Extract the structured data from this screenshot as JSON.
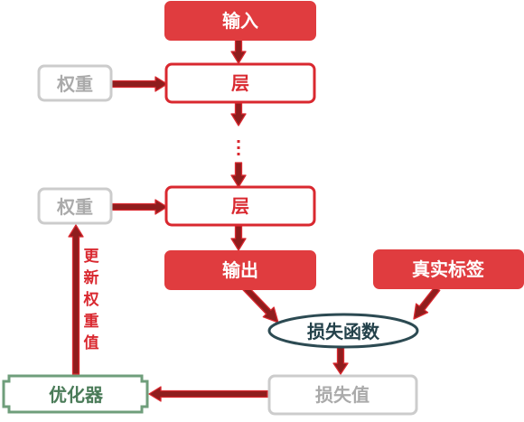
{
  "nodes": {
    "input": "输入",
    "layer_top": "层",
    "weights_top": "权重",
    "layer_bottom": "层",
    "weights_bottom": "权重",
    "output": "输出",
    "true_labels": "真实标签",
    "loss_function": "损失函数",
    "loss_value": "损失值",
    "optimizer": "优化器"
  },
  "update_weights_label": [
    "更",
    "新",
    "权",
    "重",
    "值"
  ],
  "colors": {
    "red_fill": "#e03c3f",
    "red_stroke": "#d9282f",
    "arrow_fill": "#8f1d1d",
    "arrow_stroke": "#d9282f",
    "gray": "#cccccc",
    "gray_text": "#aaaaaa",
    "green_stroke": "#6f9e7b",
    "green_text": "#4a7b58",
    "teal_stroke": "#2c4a52",
    "teal_text": "#23414a"
  }
}
